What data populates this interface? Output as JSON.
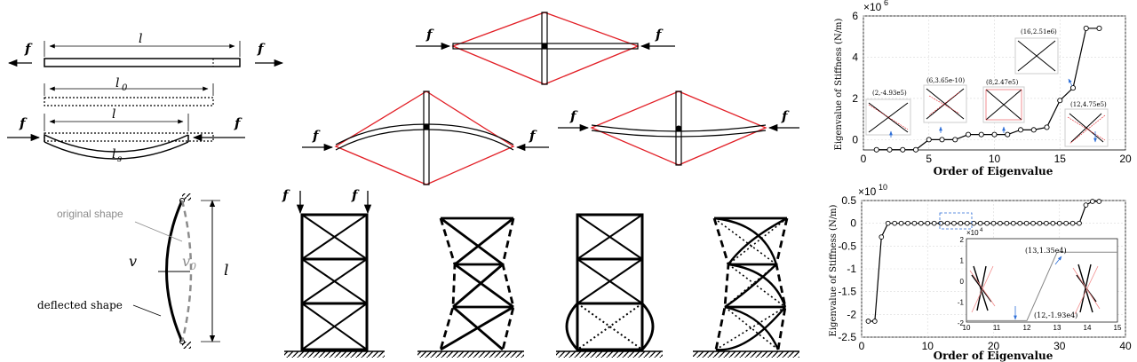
{
  "panel_bar": {
    "force": "f",
    "length": "l",
    "original_length": "l",
    "original_length_subscript": "0",
    "arc_length": "l",
    "arc_subscript": "s"
  },
  "panel_column": {
    "original_shape": "original  shape",
    "deflected_shape": "deflected shape",
    "v": "v",
    "v0": "v",
    "v0_subscript": "0",
    "length": "l"
  },
  "panel_cross": {
    "force": "f"
  },
  "panel_frames": {
    "force": "f"
  },
  "chart_top": {
    "exponent": "6",
    "ylabel": "Eigenvalue of Stiffness (N/m)",
    "xlabel": "Order of Eigenvalue",
    "mode_labels": [
      "(2,-4.93e5)",
      "(6,3.65e-10)",
      "(8,2.47e5)",
      "(12,4.75e5)",
      "(16,2.51e6)"
    ]
  },
  "chart_bottom": {
    "exponent": "10",
    "ylabel": "Eigenvalue of Stiffness (N/m)",
    "xlabel": "Order of Eigenvalue",
    "inset_exponent": "4",
    "inset_labels": [
      "(13,1.35e4)",
      "(12,-1.93e4)"
    ]
  },
  "chart_data": [
    {
      "type": "line",
      "title": "",
      "xlabel": "Order of Eigenvalue",
      "ylabel": "Eigenvalue of Stiffness (N/m)",
      "y_multiplier": "×10^6",
      "xlim": [
        0,
        20
      ],
      "ylim": [
        -0.5,
        6
      ],
      "xticks": [
        0,
        5,
        10,
        15,
        20
      ],
      "yticks": [
        0,
        2,
        4,
        6
      ],
      "grid": true,
      "series": [
        {
          "x": [
            1,
            2,
            3,
            4,
            5,
            6,
            7,
            8,
            9,
            10,
            11,
            12,
            13,
            14,
            15,
            16,
            17,
            18
          ],
          "values": [
            -0.49,
            -0.49,
            -0.49,
            -0.49,
            0,
            0,
            0,
            0.247,
            0.247,
            0.247,
            0.247,
            0.475,
            0.475,
            0.6,
            1.9,
            2.51,
            5.4,
            5.4
          ]
        }
      ]
    },
    {
      "type": "line",
      "title": "",
      "xlabel": "Order of Eigenvalue",
      "ylabel": "Eigenvalue of Stiffness (N/m)",
      "y_multiplier": "×10^10",
      "xlim": [
        0,
        40
      ],
      "ylim": [
        -2.5,
        0.5
      ],
      "xticks": [
        0,
        10,
        20,
        30,
        40
      ],
      "yticks": [
        -2.5,
        -2,
        -1.5,
        -1,
        -0.5,
        0,
        0.5
      ],
      "grid": true,
      "series": [
        {
          "x": [
            1,
            2,
            3,
            4,
            5,
            6,
            7,
            8,
            9,
            10,
            11,
            12,
            13,
            14,
            15,
            16,
            17,
            18,
            19,
            20,
            21,
            22,
            23,
            24,
            25,
            26,
            27,
            28,
            29,
            30,
            31,
            32,
            33,
            34,
            35,
            36
          ],
          "values": [
            -2.15,
            -2.15,
            -0.3,
            0,
            0,
            0,
            0,
            0,
            0,
            0,
            0,
            0,
            0,
            0,
            0,
            0,
            0,
            0,
            0,
            0,
            0,
            0,
            0,
            0,
            0,
            0,
            0,
            0,
            0,
            0,
            0,
            0,
            0,
            0.4,
            0.48,
            0.48
          ]
        }
      ]
    },
    {
      "type": "line",
      "title": "",
      "xlabel": "",
      "ylabel": "",
      "y_multiplier": "×10^4",
      "xlim": [
        10,
        15
      ],
      "ylim": [
        -2,
        2
      ],
      "xticks": [
        10,
        11,
        12,
        13,
        14,
        15
      ],
      "yticks": [
        -2,
        -1,
        0,
        1,
        2
      ],
      "series": [
        {
          "x": [
            10,
            11,
            12,
            13,
            14,
            15
          ],
          "values": [
            -1.93,
            -1.93,
            -1.93,
            1.35,
            1.35,
            1.35
          ]
        }
      ]
    }
  ]
}
